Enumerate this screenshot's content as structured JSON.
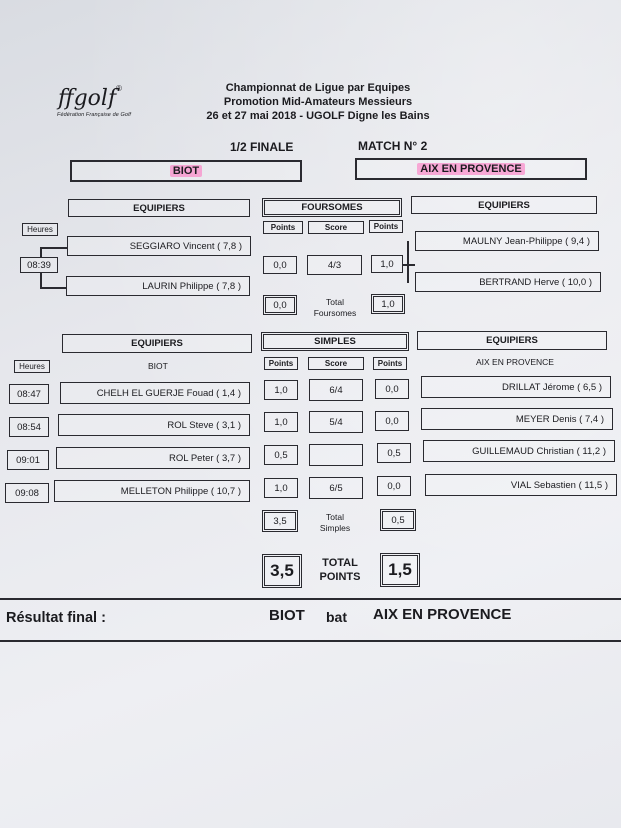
{
  "header": {
    "logo": "ffgolf",
    "logo_sub": "Fédération Française de Golf",
    "title_line1": "Championnat de Ligue par Equipes",
    "title_line2": "Promotion Mid-Amateurs Messieurs",
    "title_line3": "26 et 27 mai 2018 - UGOLF Digne les Bains"
  },
  "match": {
    "round": "1/2 FINALE",
    "number": "MATCH N° 2",
    "team_left": "BIOT",
    "team_right": "AIX EN PROVENCE"
  },
  "foursomes": {
    "equipiers_left": "EQUIPIERS",
    "section": "FOURSOMES",
    "equipiers_right": "EQUIPIERS",
    "heures": "Heures",
    "points_label": "Points",
    "score_label": "Score",
    "time": "08:39",
    "left_players": [
      "SEGGIARO Vincent ( 7,8 )",
      "LAURIN Philippe ( 7,8 )"
    ],
    "right_players": [
      "MAULNY Jean-Philippe ( 9,4 )",
      "BERTRAND Herve ( 10,0 )"
    ],
    "left_points": "0,0",
    "score": "4/3",
    "right_points": "1,0",
    "total_left": "0,0",
    "total_label_1": "Total",
    "total_label_2": "Foursomes",
    "total_right": "1,0"
  },
  "simples": {
    "equipiers_left": "EQUIPIERS",
    "section": "SIMPLES",
    "equipiers_right": "EQUIPIERS",
    "heures": "Heures",
    "team_left": "BIOT",
    "team_right": "AIX EN PROVENCE",
    "points_label": "Points",
    "score_label": "Score",
    "rows": [
      {
        "time": "08:47",
        "left": "CHELH EL GUERJE Fouad ( 1,4 )",
        "lp": "1,0",
        "score": "6/4",
        "rp": "0,0",
        "right": "DRILLAT Jérome ( 6,5 )"
      },
      {
        "time": "08:54",
        "left": "ROL Steve ( 3,1 )",
        "lp": "1,0",
        "score": "5/4",
        "rp": "0,0",
        "right": "MEYER Denis ( 7,4 )"
      },
      {
        "time": "09:01",
        "left": "ROL Peter ( 3,7 )",
        "lp": "0,5",
        "score": "",
        "rp": "0,5",
        "right": "GUILLEMAUD Christian ( 11,2 )"
      },
      {
        "time": "09:08",
        "left": "MELLETON Philippe ( 10,7 )",
        "lp": "1,0",
        "score": "6/5",
        "rp": "0,0",
        "right": "VIAL Sebastien ( 11,5 )"
      }
    ],
    "total_left": "3,5",
    "total_label_1": "Total",
    "total_label_2": "Simples",
    "total_right": "0,5"
  },
  "totals": {
    "left": "3,5",
    "label_1": "TOTAL",
    "label_2": "POINTS",
    "right": "1,5"
  },
  "result": {
    "label": "Résultat final :",
    "winner": "BIOT",
    "verb": "bat",
    "loser": "AIX EN PROVENCE"
  },
  "colors": {
    "highlight": "#ff6ebe",
    "ink": "#1b1b1f"
  }
}
